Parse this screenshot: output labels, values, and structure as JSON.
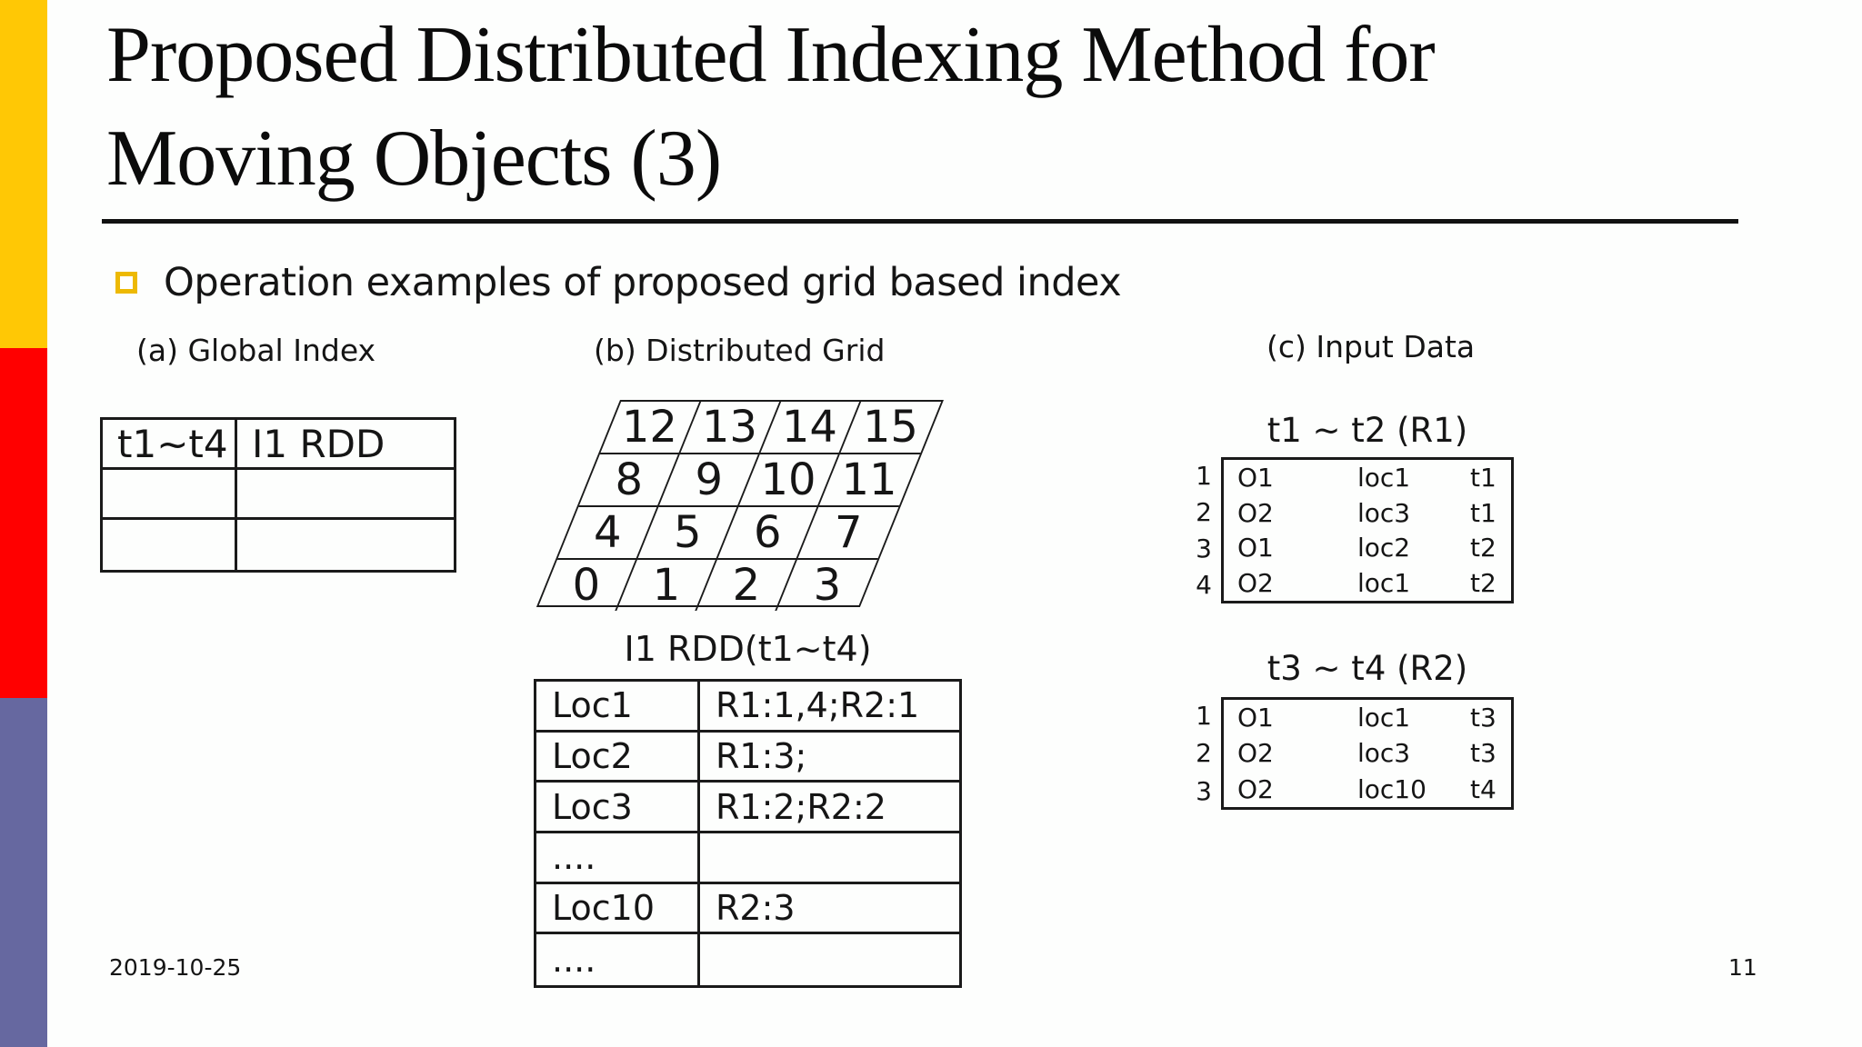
{
  "slide": {
    "title_line1": "Proposed Distributed Indexing Method for",
    "title_line2": "Moving Objects (3)",
    "bullet_text": "Operation examples of proposed grid based index",
    "footer_date": "2019-10-25",
    "page_number": "11"
  },
  "sections": {
    "a_label": "(a) Global Index",
    "b_label": "(b) Distributed Grid",
    "c_label": "(c) Input Data"
  },
  "global_index_table": {
    "rows": [
      [
        "t1~t4",
        "I1 RDD"
      ],
      [
        "",
        ""
      ],
      [
        "",
        ""
      ]
    ]
  },
  "distributed_grid": {
    "rows": [
      [
        "12",
        "13",
        "14",
        "15"
      ],
      [
        "8",
        "9",
        "10",
        "11"
      ],
      [
        "4",
        "5",
        "6",
        "7"
      ],
      [
        "0",
        "1",
        "2",
        "3"
      ]
    ]
  },
  "i1_rdd_table": {
    "title": "I1 RDD(t1~t4)",
    "rows": [
      [
        "Loc1",
        "R1:1,4;R2:1"
      ],
      [
        "Loc2",
        "R1:3;"
      ],
      [
        "Loc3",
        "R1:2;R2:2"
      ],
      [
        "....",
        ""
      ],
      [
        "Loc10",
        "R2:3"
      ],
      [
        "....",
        ""
      ]
    ]
  },
  "r1_table": {
    "title": "t1 ~ t2 (R1)",
    "row_numbers": [
      "1",
      "2",
      "3",
      "4"
    ],
    "rows": [
      [
        "O1",
        "loc1",
        "t1"
      ],
      [
        "O2",
        "loc3",
        "t1"
      ],
      [
        "O1",
        "loc2",
        "t2"
      ],
      [
        "O2",
        "loc1",
        "t2"
      ]
    ]
  },
  "r2_table": {
    "title": "t3 ~ t4 (R2)",
    "row_numbers": [
      "1",
      "2",
      "3"
    ],
    "rows": [
      [
        "O1",
        "loc1",
        "t3"
      ],
      [
        "O2",
        "loc3",
        "t3"
      ],
      [
        "O2",
        "loc10",
        "t4"
      ]
    ]
  },
  "colors": {
    "sidebar_yellow": "#ffc805",
    "sidebar_red": "#ff0000",
    "sidebar_blue": "#6668a0",
    "bullet_square_border": "#edb903"
  }
}
